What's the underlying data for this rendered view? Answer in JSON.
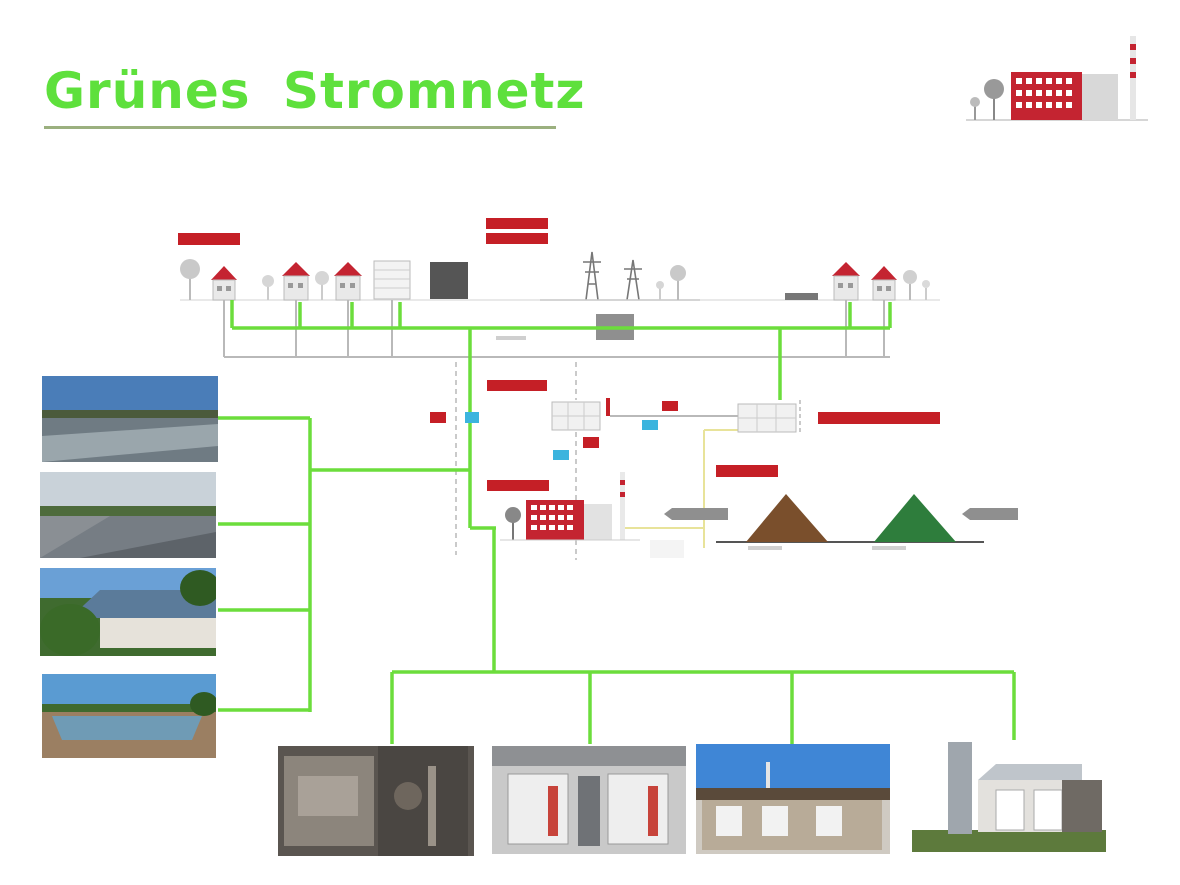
{
  "header": {
    "title": "Grünes Stromnetz"
  },
  "colors": {
    "title_green": "#5ee03c",
    "line_green": "#6cdd3c",
    "label_red": "#c51f26",
    "building_red": "#c42431",
    "grey_line": "#b9b9b9",
    "blue_tag": "#3bb4de",
    "yellow_line": "#e8e39a",
    "pile_brown": "#7a4f2c",
    "pile_green": "#2e7d3c"
  },
  "icons": {
    "logo": "factory-logo-icon",
    "house": "house-icon",
    "tree": "tree-icon",
    "pylon": "power-pylon-icon",
    "plant": "heating-plant-icon"
  },
  "photos": {
    "solar_sites": [
      {
        "name": "solar-field-photo-1"
      },
      {
        "name": "solar-roof-photo-2"
      },
      {
        "name": "solar-roof-photo-3"
      },
      {
        "name": "solar-park-photo-4"
      }
    ],
    "facilities": [
      {
        "name": "boiler-room-photo"
      },
      {
        "name": "boiler-hall-photo"
      },
      {
        "name": "plant-building-photo"
      },
      {
        "name": "silo-building-photo"
      }
    ]
  }
}
